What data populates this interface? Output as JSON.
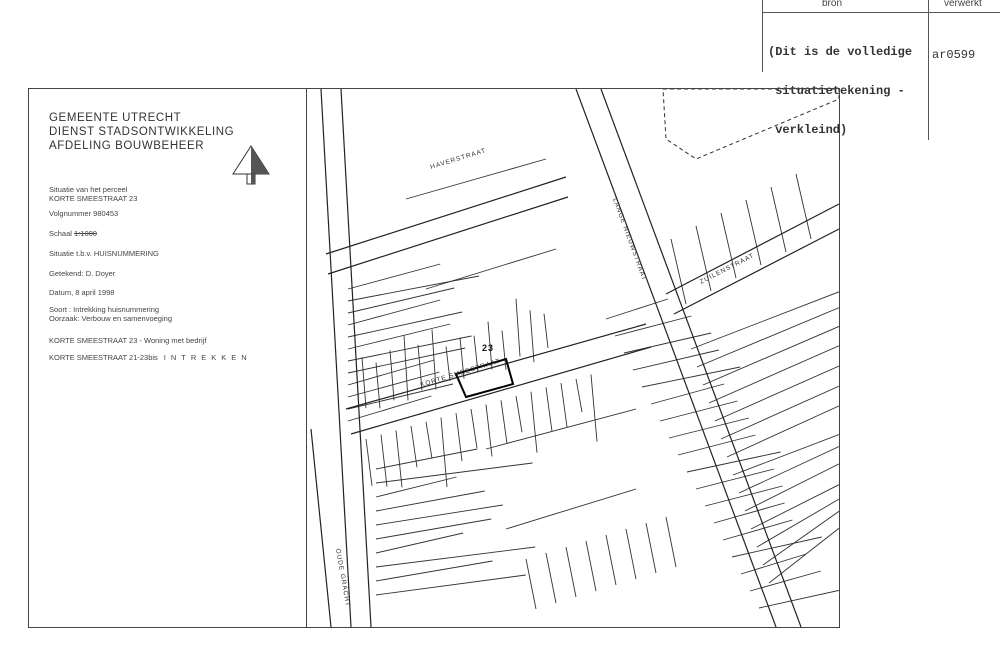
{
  "stamp": {
    "col_source": "bron",
    "col_processed": "verwerkt",
    "source_lines": [
      "(Dit is de volledige",
      " situatietekening -",
      " verkleind)"
    ],
    "processed_value": "ar0599"
  },
  "legend": {
    "org": [
      "GEMEENTE   UTRECHT",
      "DIENST  STADSONTWIKKELING",
      "AFDELING  BOUWBEHEER"
    ],
    "situation_label": "Situatie van het perceel",
    "situation_value": "KORTE SMEESTRAAT 23",
    "sequence": "Volgnummer 980453",
    "scale_label": "Schaal",
    "scale_value": "1:1000",
    "purpose": "Situatie t.b.v. HUISNUMMERING",
    "drawn_by": "Getekend: D. Doyer",
    "date": "Datum, 8 april 1998",
    "type": "Soort : Intrekking huisnummering",
    "cause": "Oorzaak: Verbouw en samenvoeging",
    "line1": "KORTE SMEESTRAAT 23  -  Woning met bedrijf",
    "line2_address": "KORTE SMEESTRAAT 21-23bis",
    "line2_action": "INTREKKEN"
  },
  "map": {
    "street_main": "KORTE SMEESTRAAT",
    "parcel_number": "23",
    "street_canal": "OUDE GRACHT",
    "street_east": "LANGE NIEUWSTRAAT",
    "street_ne": "ZUILENSTRAAT",
    "street_nw": "HAVERSTRAAT"
  }
}
